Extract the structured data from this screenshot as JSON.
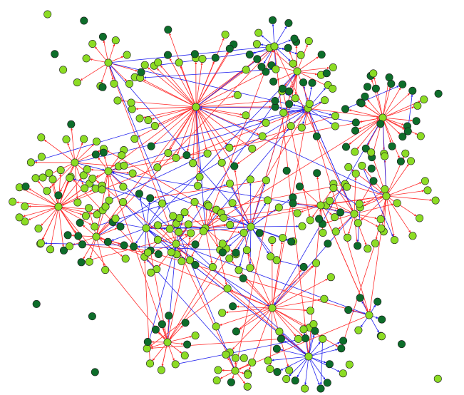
{
  "colors": {
    "background": "#ffffff",
    "edge_red": "#ff2a2a",
    "edge_blue": "#2323ee",
    "node_light": "#8cdc24",
    "node_dark": "#0d6d2a",
    "node_outline": "#1a1a1a"
  },
  "graph": {
    "type": "directed-network",
    "node_types": [
      "light-green",
      "dark-green"
    ],
    "edge_types": [
      "red-arrow",
      "blue-arrow"
    ]
  }
}
